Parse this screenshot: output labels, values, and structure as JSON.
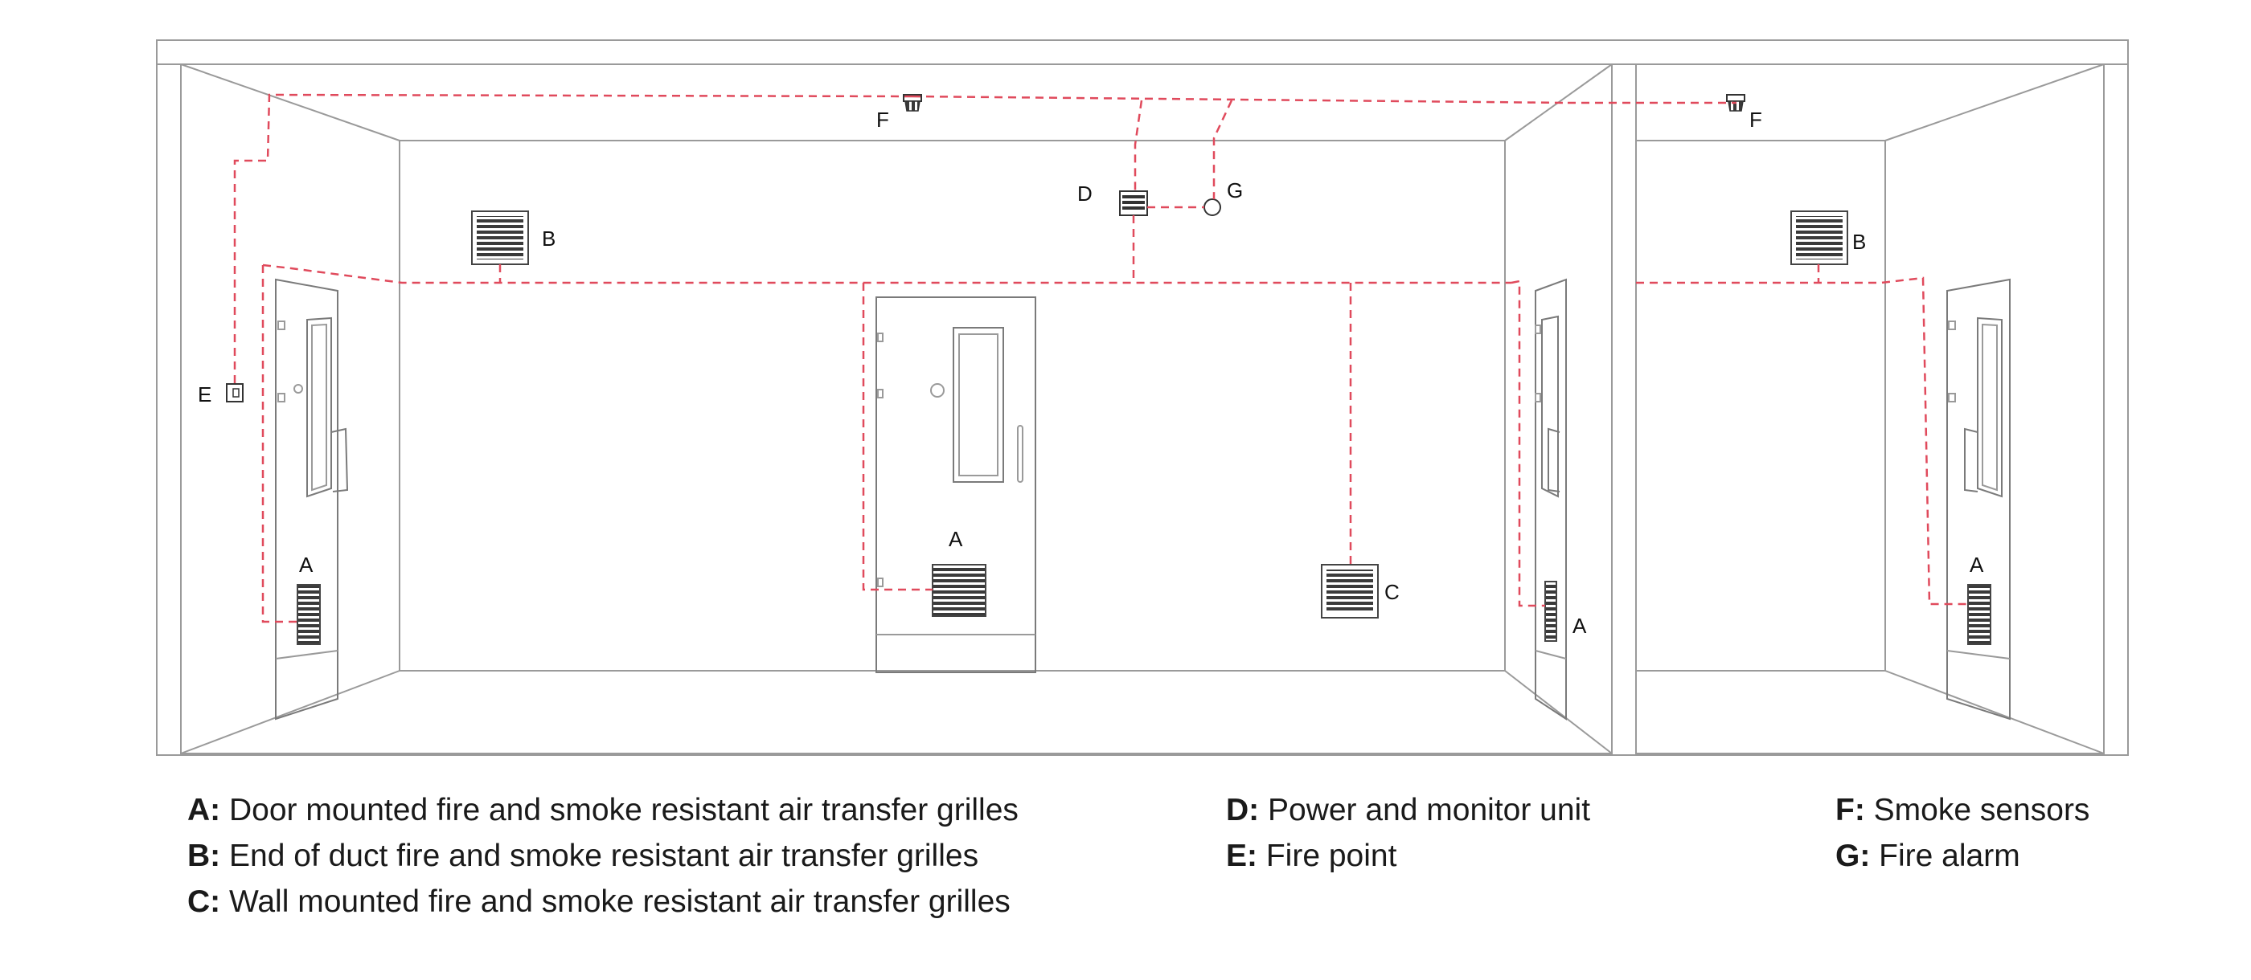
{
  "diagram": {
    "labels": {
      "a_left": "A",
      "a_center": "A",
      "a_right": "A",
      "a_far": "A",
      "b_left": "B",
      "b_far": "B",
      "c_main": "C",
      "d_main": "D",
      "e_main": "E",
      "f_left": "F",
      "f_far": "F",
      "g_main": "G"
    }
  },
  "legend": {
    "columns": [
      [
        {
          "key": "A:",
          "text": "Door mounted fire and smoke resistant air transfer grilles"
        },
        {
          "key": "B:",
          "text": "End of duct fire and smoke resistant air transfer grilles"
        },
        {
          "key": "C:",
          "text": "Wall mounted fire and smoke resistant air transfer grilles"
        }
      ],
      [
        {
          "key": "D:",
          "text": "Power and monitor unit"
        },
        {
          "key": "E:",
          "text": "Fire point"
        }
      ],
      [
        {
          "key": "F:",
          "text": "Smoke sensors"
        },
        {
          "key": "G:",
          "text": "Fire alarm"
        }
      ]
    ]
  }
}
